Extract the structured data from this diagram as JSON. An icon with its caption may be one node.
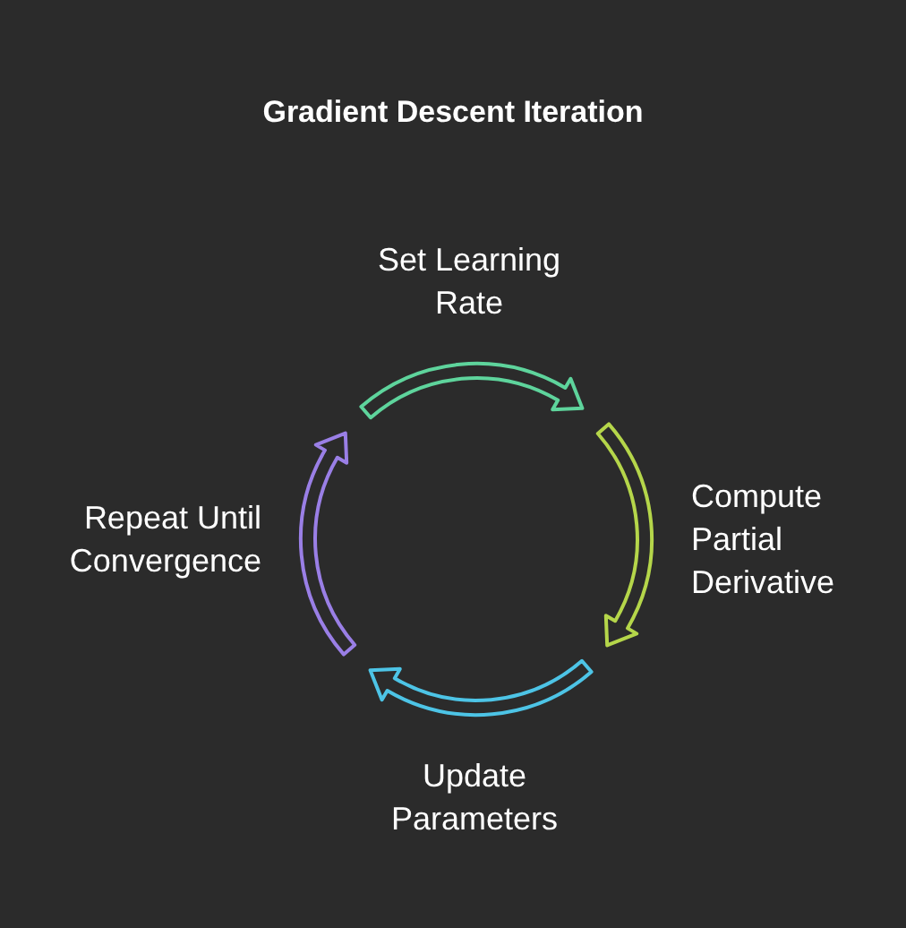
{
  "diagram": {
    "title": "Gradient Descent Iteration",
    "nodes": [
      {
        "text": [
          "Set Learning Rate"
        ]
      },
      {
        "text": [
          "Compute Partial Derivative"
        ]
      },
      {
        "text": [
          "Update Parameters"
        ]
      },
      {
        "text": [
          "Repeat Until Convergence"
        ]
      }
    ],
    "edges": [
      {
        "from": 0,
        "to": 1,
        "arrow": "to",
        "color": "#5ed49c"
      },
      {
        "from": 1,
        "to": 2,
        "arrow": "to",
        "color": "#b5d64a"
      },
      {
        "from": 2,
        "to": 3,
        "arrow": "to",
        "color": "#4dc4e6"
      },
      {
        "from": 3,
        "to": 0,
        "arrow": "to",
        "color": "#9a7fe6"
      }
    ]
  }
}
